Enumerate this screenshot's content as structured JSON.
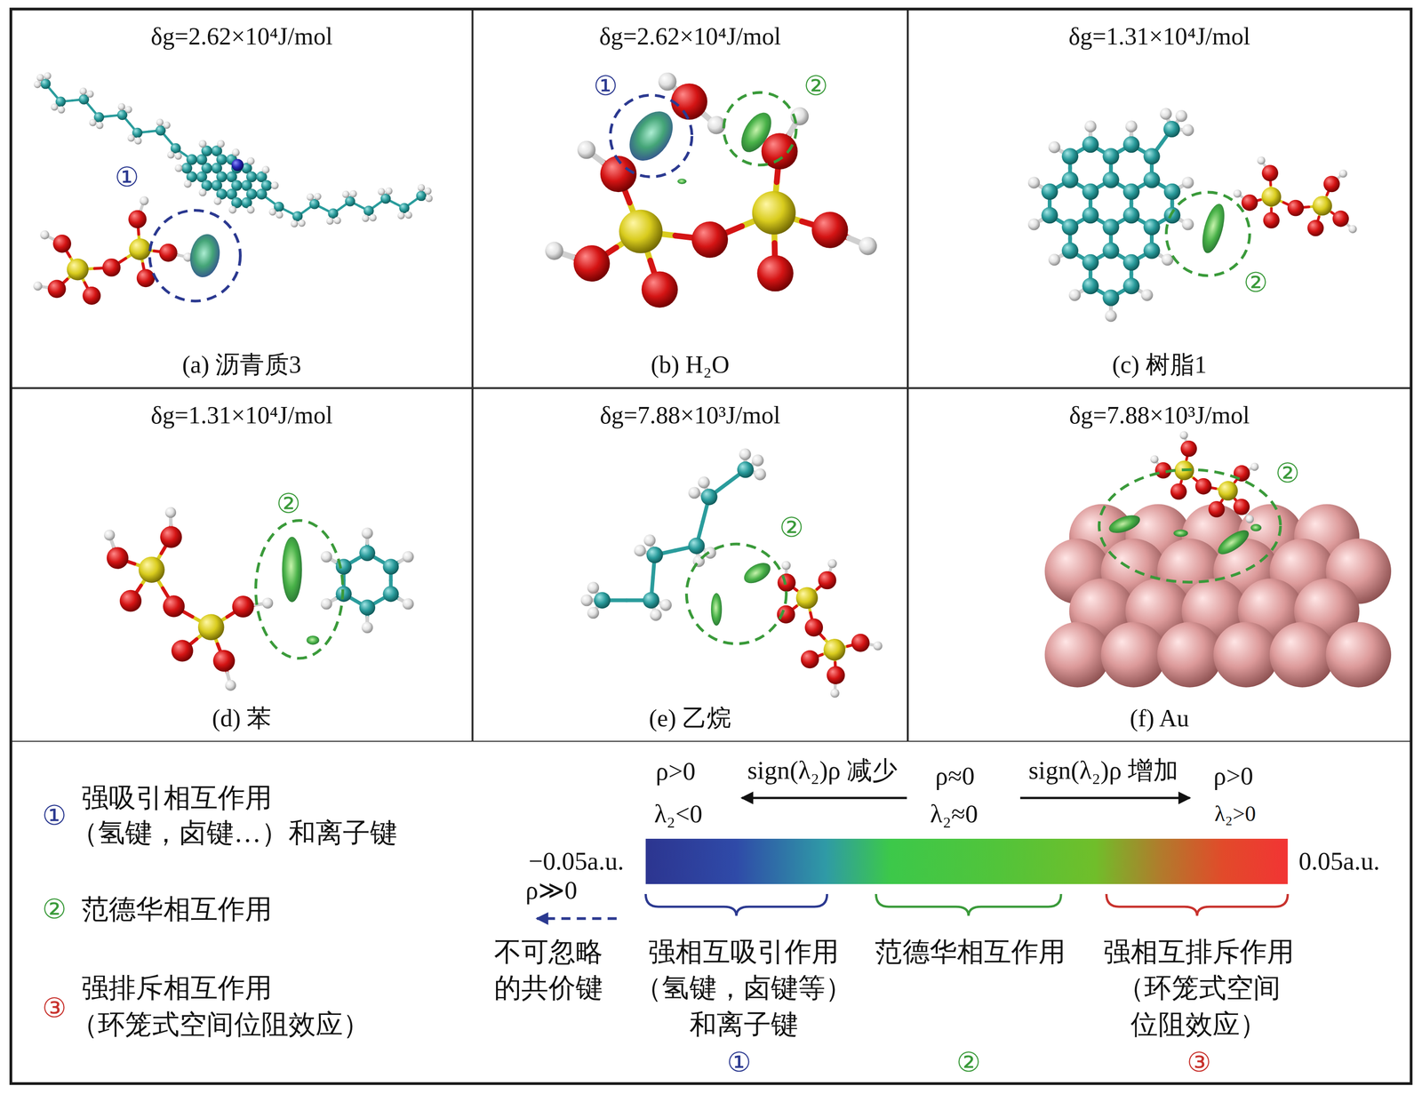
{
  "diagram": {
    "nodes": [
      {
        "text": [
          "δg=2.62×10⁴J/mol",
          "(a) 沥青质3"
        ]
      },
      {
        "text": [
          "δg=2.62×10⁴J/mol",
          "(b) H₂O"
        ]
      },
      {
        "text": [
          "δg=1.31×10⁴J/mol",
          "(c) 树脂1"
        ]
      },
      {
        "text": [
          "δg=1.31×10⁴J/mol",
          "(d) 苯"
        ]
      },
      {
        "text": [
          "δg=7.88×10³J/mol",
          "(e) 乙烷"
        ]
      },
      {
        "text": [
          "δg=7.88×10³J/mol",
          "(f) Au"
        ]
      }
    ],
    "labels": [
      "①",
      "①",
      "②",
      "②",
      "②",
      "②",
      "②",
      "①",
      "强吸引相互作用",
      "（氢键，卤键…）和离子键",
      "②",
      "范德华相互作用",
      "③",
      "强排斥相互作用",
      "（环笼式空间位阻效应）",
      "ρ>0",
      "sign(λ₂)ρ 减少",
      "ρ≈0",
      "sign(λ₂)ρ 增加",
      "ρ>0",
      "λ₂<0",
      "λ₂≈0",
      "λ₂>0",
      "−0.05a.u.",
      "0.05a.u.",
      "ρ≫0",
      "不可忽略",
      "的共价键",
      "强相互吸引作用",
      "（氢键，卤键等）",
      "和离子键",
      "范德华相互作用",
      "强相互排斥作用",
      "（环笼式空间",
      "位阻效应）",
      "①",
      "②",
      "③"
    ]
  }
}
